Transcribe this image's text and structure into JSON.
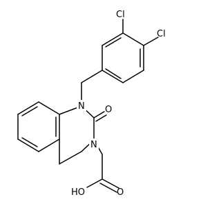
{
  "molecule": {
    "atoms": {
      "cl_top": "Cl",
      "cl_right": "Cl",
      "n1": "N",
      "n3": "N",
      "carbonyl_o": "O",
      "acid_oh": "HO",
      "acid_o": "O"
    }
  }
}
